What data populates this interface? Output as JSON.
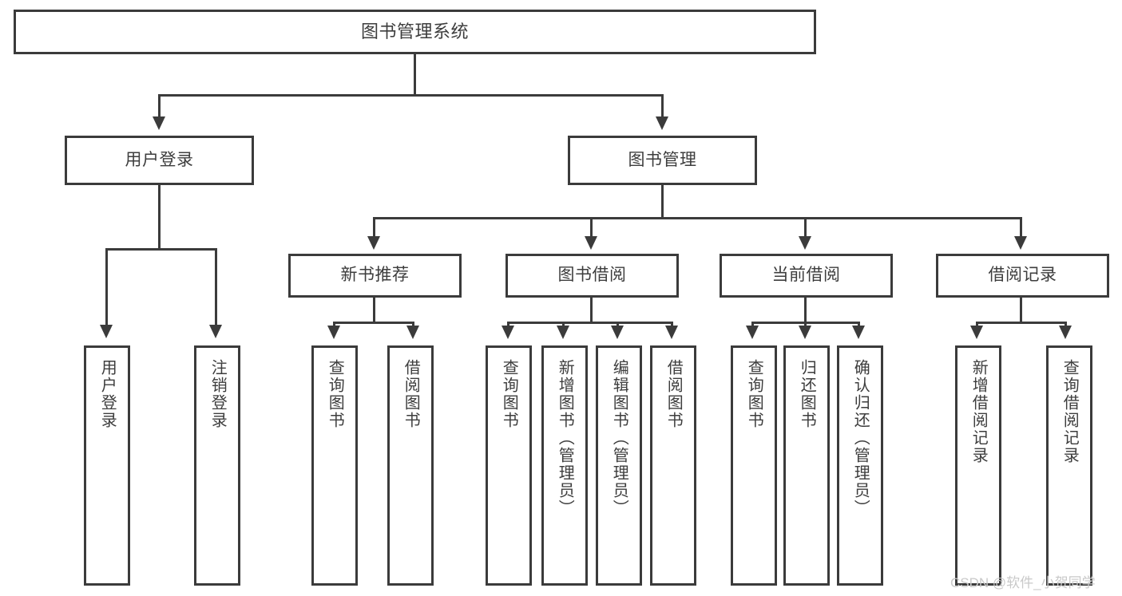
{
  "diagram": {
    "title": "图书管理系统",
    "type": "tree-hierarchy",
    "root": {
      "label": "图书管理系统"
    },
    "level2": [
      {
        "label": "用户登录"
      },
      {
        "label": "图书管理"
      }
    ],
    "level3": [
      {
        "label": "新书推荐"
      },
      {
        "label": "图书借阅"
      },
      {
        "label": "当前借阅"
      },
      {
        "label": "借阅记录"
      }
    ],
    "leaves": {
      "user_login": [
        {
          "label": "用户登录"
        },
        {
          "label": "注销登录"
        }
      ],
      "new_book_recommend": [
        {
          "label": "查询图书"
        },
        {
          "label": "借阅图书"
        }
      ],
      "book_borrow": [
        {
          "label": "查询图书"
        },
        {
          "label": "新增图书（管理员）"
        },
        {
          "label": "编辑图书（管理员）"
        },
        {
          "label": "借阅图书"
        }
      ],
      "current_borrow": [
        {
          "label": "查询图书"
        },
        {
          "label": "归还图书"
        },
        {
          "label": "确认归还（管理员）"
        }
      ],
      "borrow_record": [
        {
          "label": "新增借阅记录"
        },
        {
          "label": "查询借阅记录"
        }
      ]
    }
  },
  "watermark": {
    "text": "CSDN @软件_小贺同学"
  },
  "colors": {
    "stroke": "#3b3b3b",
    "fill": "#ffffff",
    "text": "#3d3d3d",
    "watermark": "#c9c9c9"
  }
}
